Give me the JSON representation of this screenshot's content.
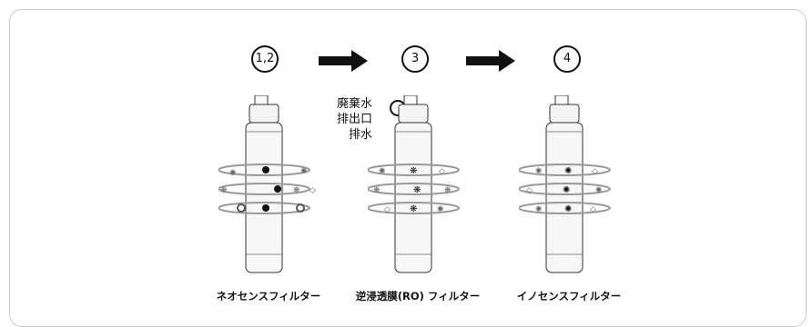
{
  "steps": [
    {
      "label": "1,2"
    },
    {
      "label": "3"
    },
    {
      "label": "4"
    }
  ],
  "filters": [
    {
      "caption": "ネオセンスフィルター"
    },
    {
      "caption": "逆浸透膜(RO) フィルター"
    },
    {
      "caption": "イノセンスフィルター"
    }
  ],
  "ro_outlet_label": [
    "廃棄水",
    "排出口",
    "排水"
  ]
}
